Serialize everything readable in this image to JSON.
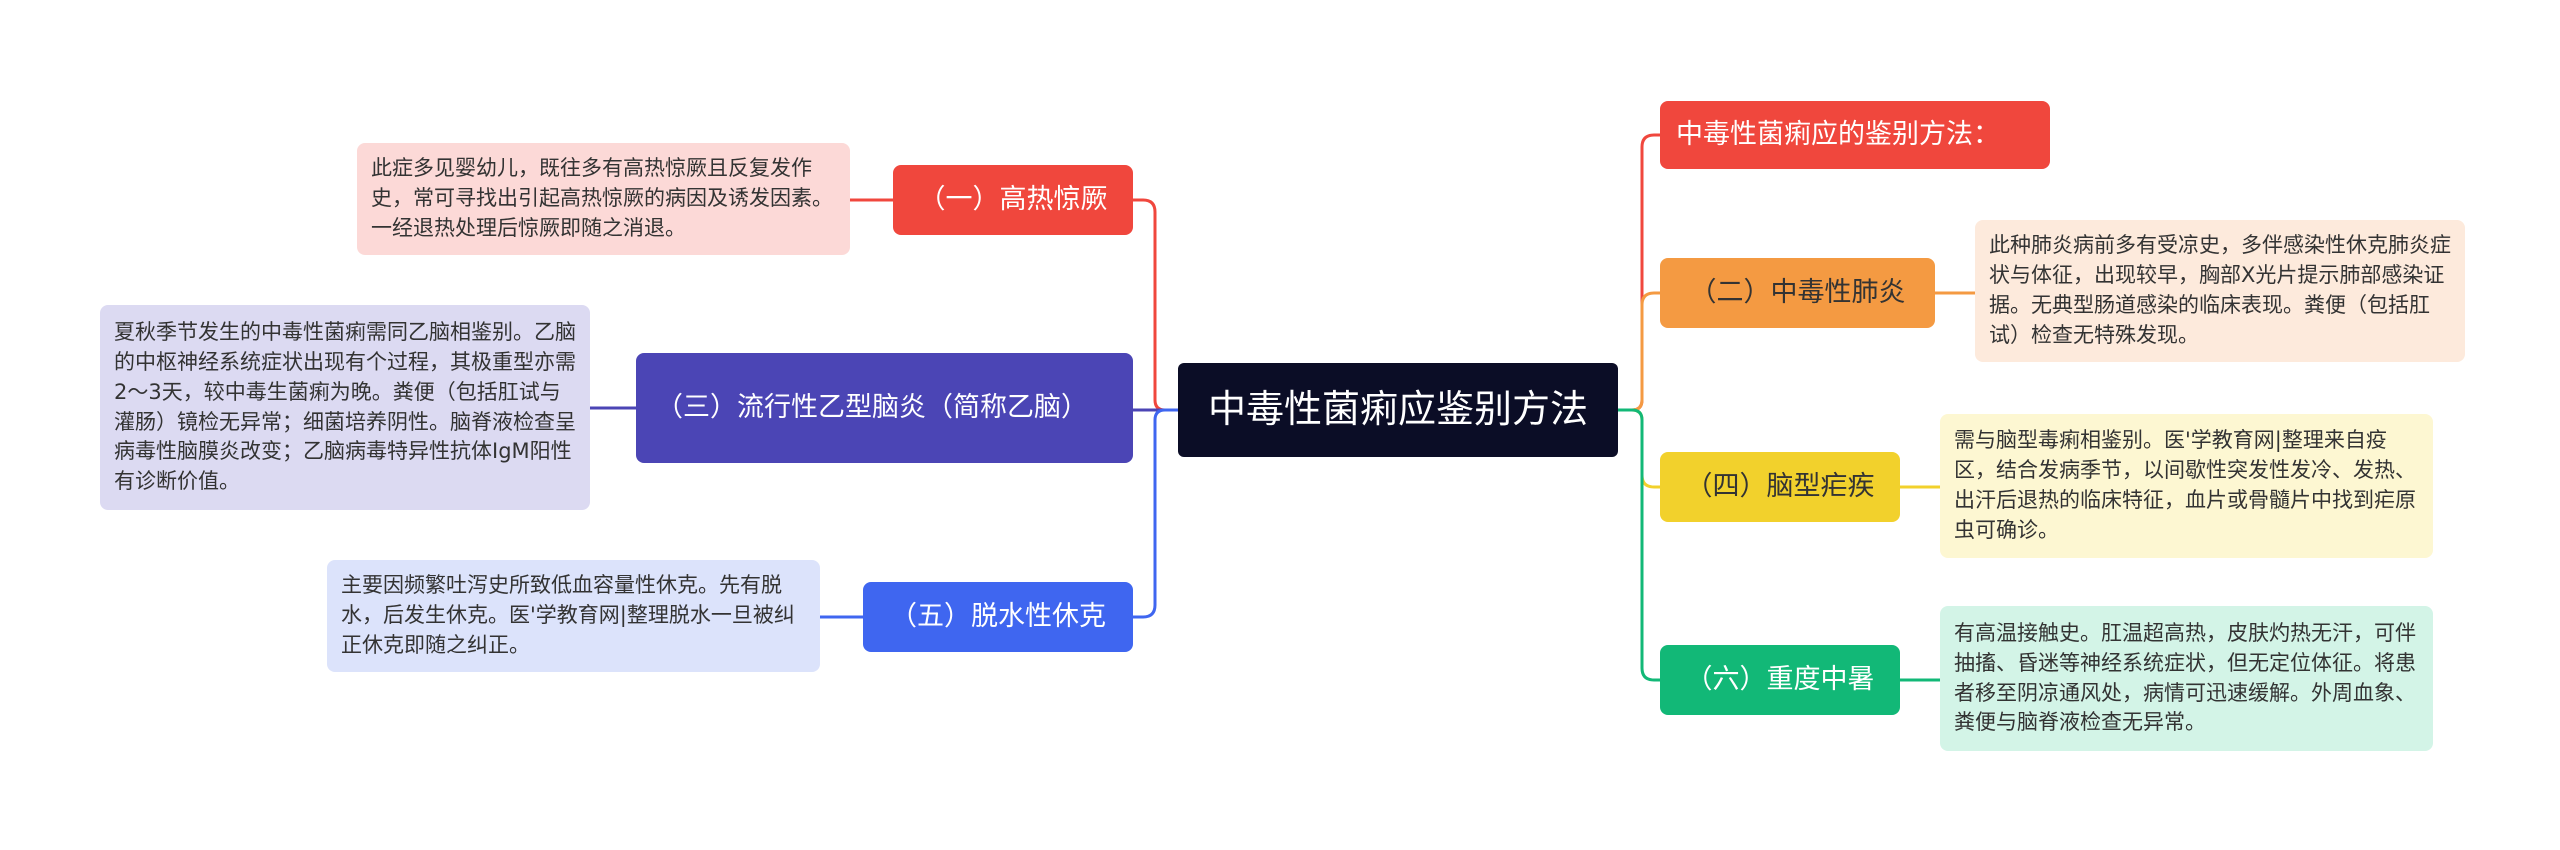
{
  "center": {
    "label": "中毒性菌痢应鉴别方法"
  },
  "left_branches": [
    {
      "label": "（一）高热惊厥",
      "detail": "此症多见婴幼儿，既往多有高热惊厥且反复发作史，常可寻找出引起高热惊厥的病因及诱发因素。一经退热处理后惊厥即随之消退。",
      "color": "#f0473d"
    },
    {
      "label": "（三）流行性乙型脑炎（简称乙脑）",
      "detail": "夏秋季节发生的中毒性菌痢需同乙脑相鉴别。乙脑的中枢神经系统症状出现有个过程，其极重型亦需2～3天，较中毒生菌痢为晚。粪便（包括肛试与灌肠）镜检无异常；细菌培养阴性。脑脊液检查呈病毒性脑膜炎改变；乙脑病毒特异性抗体IgM阳性有诊断价值。",
      "color": "#4b45b5"
    },
    {
      "label": "（五）脱水性休克",
      "detail": "主要因频繁吐泻史所致低血容量性休克。先有脱水，后发生休克。医'学教育网|整理脱水一旦被纠正休克即随之纠正。",
      "color": "#3f66f0"
    }
  ],
  "right_branches": [
    {
      "label": "中毒性菌痢应的鉴别方法：",
      "color": "#f0473d"
    },
    {
      "label": "（二）中毒性肺炎",
      "detail": "此种肺炎病前多有受凉史，多伴感染性休克肺炎症状与体征，出现较早，胸部X光片提示肺部感染证据。无典型肠道感染的临床表现。粪便（包括肛试）检查无特殊发现。",
      "color": "#f49a42"
    },
    {
      "label": "（四）脑型疟疾",
      "detail": "需与脑型毒痢相鉴别。医'学教育网|整理来自疫区，结合发病季节，以间歇性突发性发冷、发热、出汗后退热的临床特征，血片或骨髓片中找到疟原虫可确诊。",
      "color": "#f2d12c"
    },
    {
      "label": "（六）重度中暑",
      "detail": "有高温接触史。肛温超高热，皮肤灼热无汗，可伴抽搐、昏迷等神经系统症状，但无定位体征。将患者移至阴凉通风处，病情可迅速缓解。外周血象、粪便与脑脊液检查无异常。",
      "color": "#12b877"
    }
  ]
}
